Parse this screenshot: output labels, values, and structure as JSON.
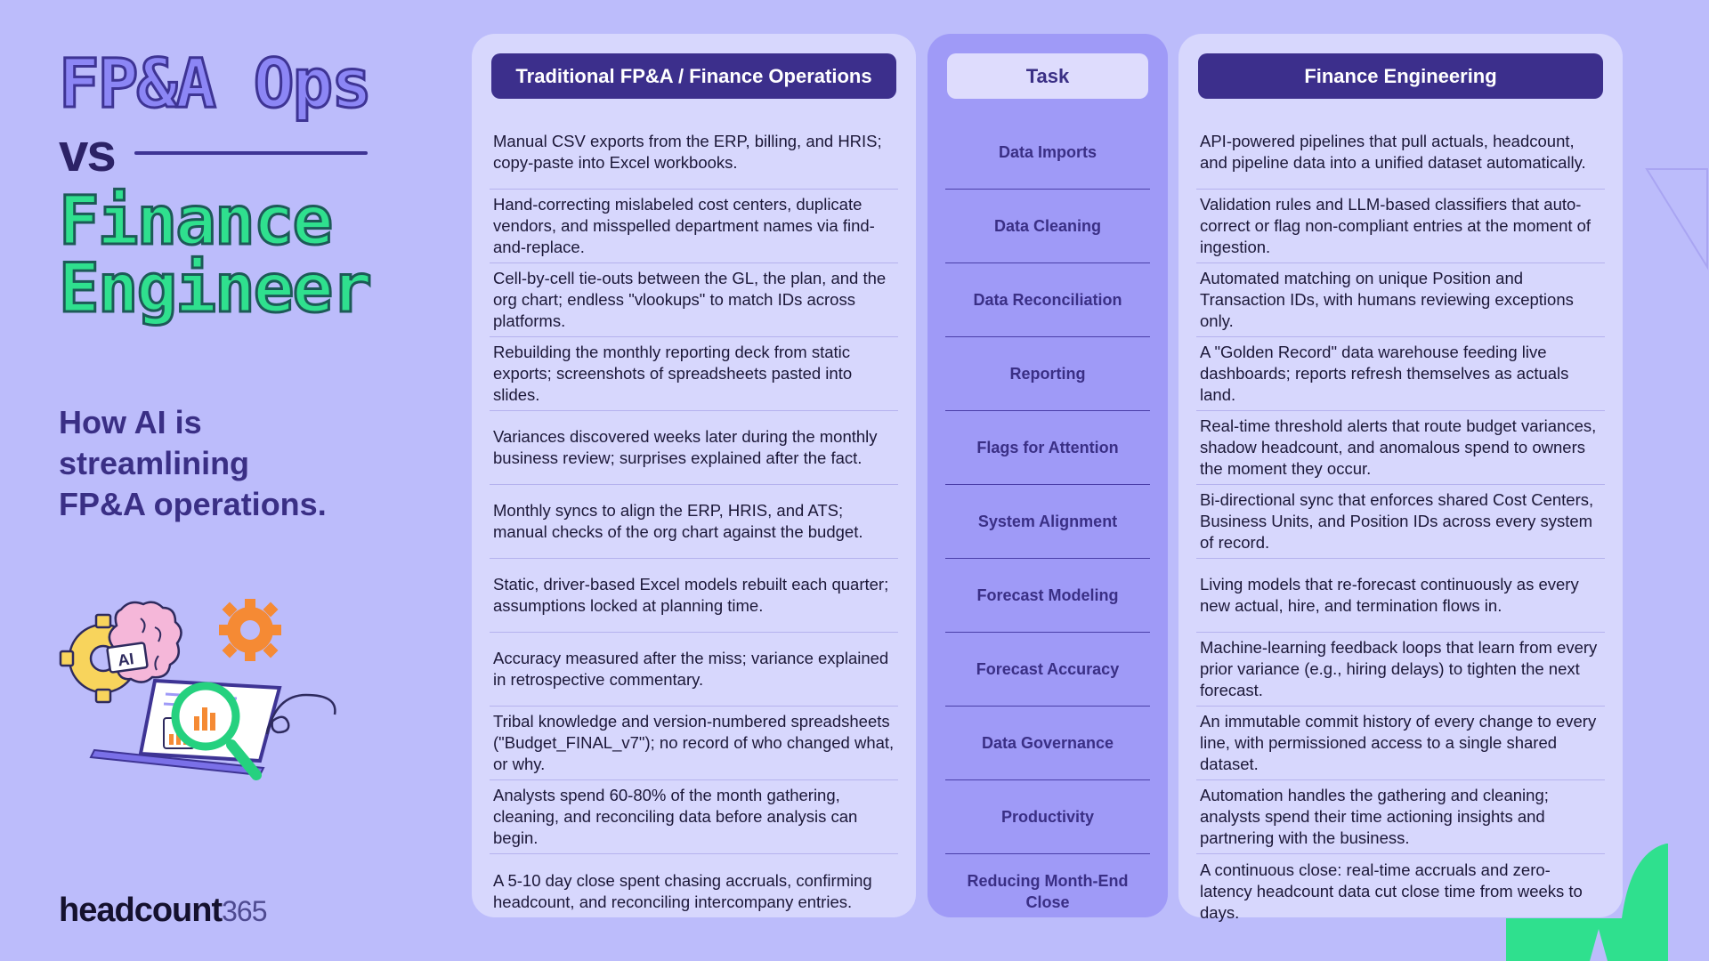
{
  "title": {
    "line1": "FP&A Ops",
    "line2": "vs",
    "line3": "Finance",
    "line4": "Engineer"
  },
  "subtitle": {
    "line1": "How AI is",
    "line2": "streamlining",
    "line3": "FP&A operations."
  },
  "illustration": {
    "ai_label": "AI"
  },
  "brand": {
    "name": "headcount",
    "number": "365"
  },
  "columns": {
    "traditional": "Traditional FP&A / Finance Operations",
    "task": "Task",
    "engineering": "Finance Engineering"
  },
  "rows": [
    {
      "task": "Data Imports",
      "traditional": "Manual CSV exports from the ERP, billing, and HRIS; copy-paste into Excel workbooks.",
      "engineering": "API-powered pipelines that pull actuals, headcount, and pipeline data into a unified dataset automatically."
    },
    {
      "task": "Data Cleaning",
      "traditional": "Hand-correcting mislabeled cost centers, duplicate vendors, and misspelled department names via find-and-replace.",
      "engineering": "Validation rules and LLM-based classifiers that auto-correct or flag non-compliant entries at the moment of ingestion."
    },
    {
      "task": "Data Reconciliation",
      "traditional": "Cell-by-cell tie-outs between the GL, the plan, and the org chart; endless \"vlookups\" to match IDs across platforms.",
      "engineering": "Automated matching on unique Position and Transaction IDs, with humans reviewing exceptions only."
    },
    {
      "task": "Reporting",
      "traditional": "Rebuilding the monthly reporting deck from static exports; screenshots of spreadsheets pasted into slides.",
      "engineering": "A \"Golden Record\" data warehouse feeding live dashboards; reports refresh themselves as actuals land."
    },
    {
      "task": "Flags for Attention",
      "traditional": "Variances discovered weeks later during the monthly business review; surprises explained after the fact.",
      "engineering": "Real-time threshold alerts that route budget variances, shadow headcount, and anomalous spend to owners the moment they occur."
    },
    {
      "task": "System Alignment",
      "traditional": "Monthly syncs to align the ERP, HRIS, and ATS; manual checks of the org chart against the budget.",
      "engineering": "Bi-directional sync that enforces shared Cost Centers, Business Units, and Position IDs across every system of record."
    },
    {
      "task": "Forecast Modeling",
      "traditional": "Static, driver-based Excel models rebuilt each quarter; assumptions locked at planning time.",
      "engineering": "Living models that re-forecast continuously as every new actual, hire, and termination flows in."
    },
    {
      "task": "Forecast Accuracy",
      "traditional": "Accuracy measured after the miss; variance explained in retrospective commentary.",
      "engineering": "Machine-learning feedback loops that learn from every prior variance (e.g., hiring delays) to tighten the next forecast."
    },
    {
      "task": "Data Governance",
      "traditional": "Tribal knowledge and version-numbered spreadsheets (\"Budget_FINAL_v7\"); no record of who changed what, or why.",
      "engineering": "An immutable commit history of every change to every line, with permissioned access to a single shared dataset."
    },
    {
      "task": "Productivity",
      "traditional": "Analysts spend 60-80% of the month gathering, cleaning, and reconciling data before analysis can begin.",
      "engineering": "Automation handles the gathering and cleaning; analysts spend their time actioning insights and partnering with the business."
    },
    {
      "task": "Reducing Month-End Close",
      "traditional": "A 5-10 day close spent chasing accruals, confirming headcount, and reconciling intercompany entries.",
      "engineering": "A continuous close: real-time accruals and zero-latency headcount data cut close time from weeks to days."
    }
  ],
  "colors": {
    "background": "#bcbcfb",
    "card": "#d7d7fd",
    "task_column": "#9f9af7",
    "header_dark": "#3c2f8c",
    "accent_green": "#2fe08e",
    "accent_purple": "#8c86f5"
  }
}
